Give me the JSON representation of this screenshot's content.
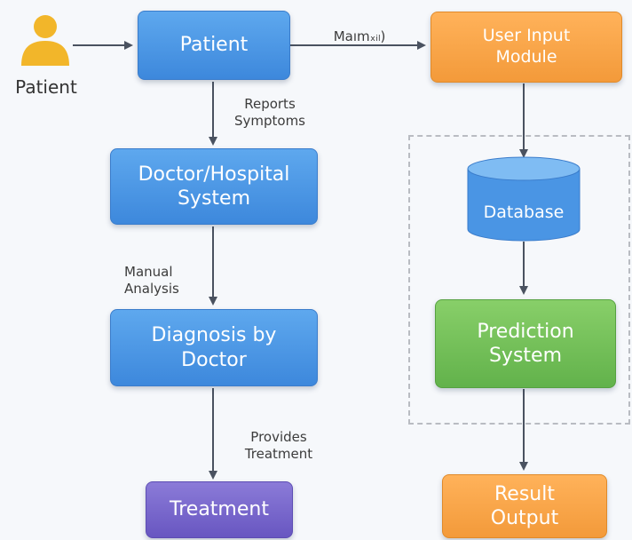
{
  "actor": {
    "label": "Patient",
    "icon": "person-icon"
  },
  "nodes": {
    "patient": "Patient",
    "doctor_system": "Doctor/Hospital\nSystem",
    "diagnosis": "Diagnosis by\nDoctor",
    "treatment": "Treatment",
    "user_input": "User Input\nModule",
    "database": "Database",
    "prediction": "Prediction\nSystem",
    "result": "Result\nOutput"
  },
  "edges": {
    "patient_to_input": "Maımₓᵢₗ)",
    "reports": "Reports\nSymptoms",
    "manual": "Manual\nAnalysis",
    "provides": "Provides\nTreatment"
  },
  "colors": {
    "blue": "#4a95e4",
    "orange": "#f7a446",
    "green": "#6ebd55",
    "purple": "#7666cc",
    "person": "#f2b62a"
  }
}
